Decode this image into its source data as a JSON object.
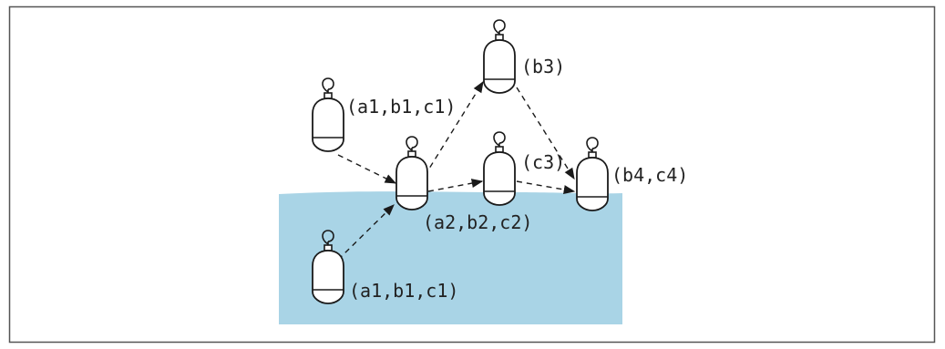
{
  "diagram": {
    "colors": {
      "water": "#a9d4e6",
      "frame": "#555555",
      "stroke": "#1a1a1a",
      "probe_fill": "#ffffff"
    },
    "labels": {
      "probe_a1_air": "(a1,b1,c1)",
      "probe_a1_water": "(a1,b1,c1)",
      "probe_a2": "(a2,b2,c2)",
      "probe_b3": "(b3)",
      "probe_c3": "(c3)",
      "probe_b4": "(b4,c4)"
    },
    "icons": {
      "probe": "hanging-float-probe-icon",
      "hook": "hook-icon",
      "arrow": "dashed-arrow"
    }
  }
}
